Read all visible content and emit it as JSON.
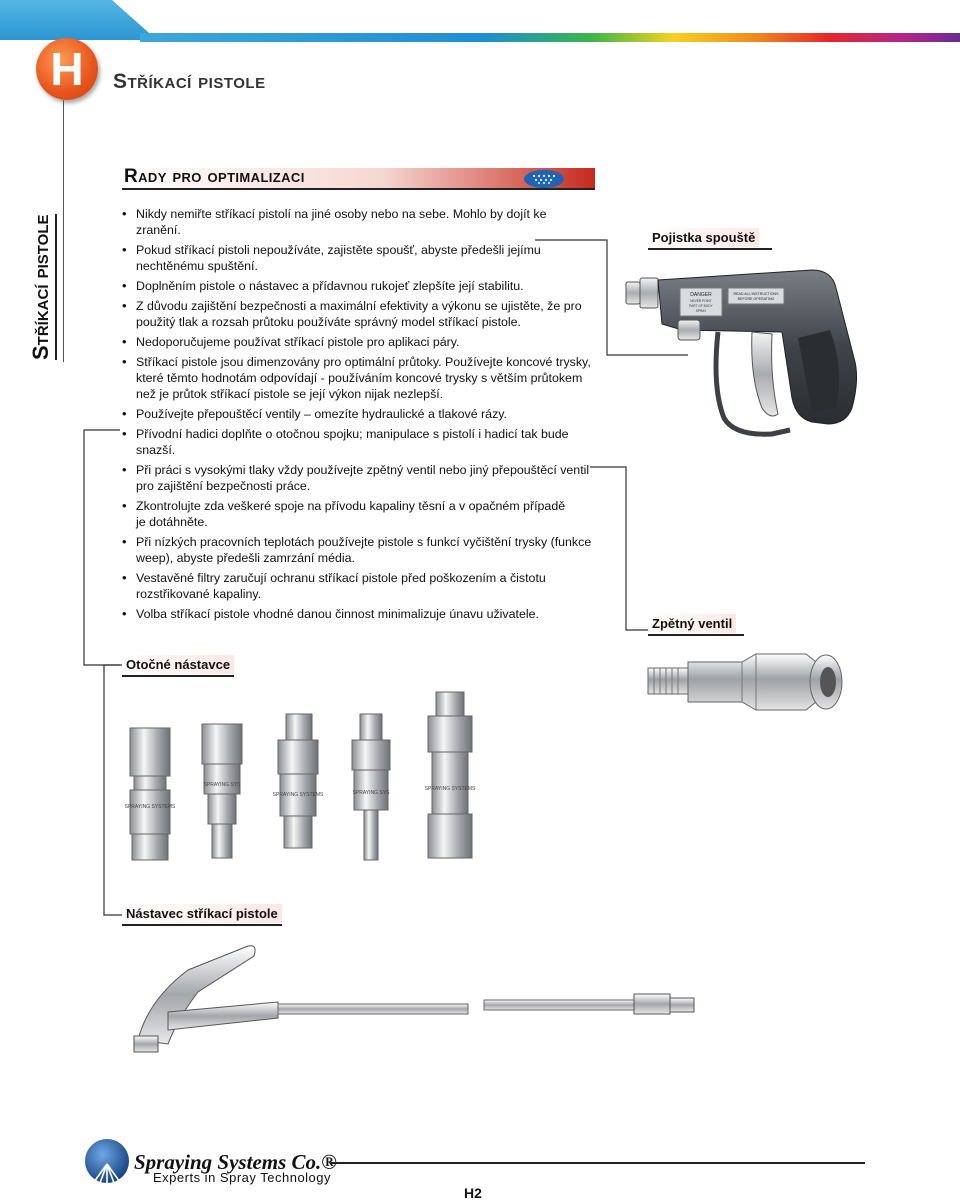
{
  "header": {
    "section_letter": "H",
    "title": "Stříkací pistole",
    "side_title": "Stříkací pistole"
  },
  "section": {
    "heading": "Rady pro optimalizaci",
    "tips": [
      "Nikdy nemiřte stříkací pistolí na jiné osoby nebo na sebe. Mohlo by dojít ke zranění.",
      "Pokud stříkací pistoli nepoužíváte, zajistěte spoušť, abyste předešli jejímu nechtěnému spuštění.",
      "Doplněním pistole o nástavec a přídavnou rukojeť zlepšíte její stabilitu.",
      "Z důvodu zajištění bezpečnosti a maximální efektivity a výkonu se ujistěte, že pro použitý tlak a rozsah průtoku používáte správný model stříkací pistole.",
      "Nedoporučujeme používat stříkací pistole pro aplikaci páry.",
      "Stříkací pistole jsou dimenzovány pro optimální průtoky. Používejte koncové trysky, které těmto hodnotám odpovídají - používáním koncové trysky s větším průtokem než je průtok stříkací pistole se její výkon nijak nezlepší.",
      "Používejte přepouštěcí ventily – omezíte hydraulické a tlakové rázy.",
      "Přívodní hadici doplňte o otočnou spojku; manipulace s pistolí i hadicí tak bude snazší.",
      "Při práci s vysokými tlaky vždy používejte zpětný ventil nebo jiný přepouštěcí ventil pro zajištění bezpečnosti práce.",
      "Zkontrolujte zda veškeré spoje na přívodu kapaliny těsní a v opačném případě je dotáhněte.",
      "Při nízkých pracovních teplotách používejte pistole s funkcí vyčištění trysky (funkce weep), abyste předešli zamrzání média.",
      "Vestavěné filtry zaručují ochranu stříkací pistole před poškozením a čistotu rozstřikované kapaliny.",
      "Volba stříkací pistole vhodné danou činnost minimalizuje únavu uživatele."
    ]
  },
  "labels": {
    "trigger_lock": "Pojistka spouště",
    "check_valve": "Zpětný ventil",
    "swivels": "Otočné nástavce",
    "extension": "Nástavec stříkací pistole"
  },
  "gun_warning": {
    "danger_lines": [
      "DANGER",
      "NEVER POINT",
      "PART OF BODY",
      "SPRAY"
    ],
    "read_lines": [
      "READ ALL INSTRUCTIONS",
      "BEFORE OPERATING"
    ]
  },
  "swivel_marks": [
    "SPRAYING SYSTEMS",
    "SPRAYING SYS",
    "SPRAYING SYSTEMS",
    "SPRAYING SYS",
    "SPRAYING SYSTEMS"
  ],
  "footer": {
    "brand": "Spraying Systems Co.®",
    "tagline": "Experts in Spray Technology",
    "page_number": "H2"
  },
  "colors": {
    "accent_orange": "#e8541b",
    "heading_bar_red": "#c62a1e",
    "logo_blue": "#1e63b5"
  }
}
